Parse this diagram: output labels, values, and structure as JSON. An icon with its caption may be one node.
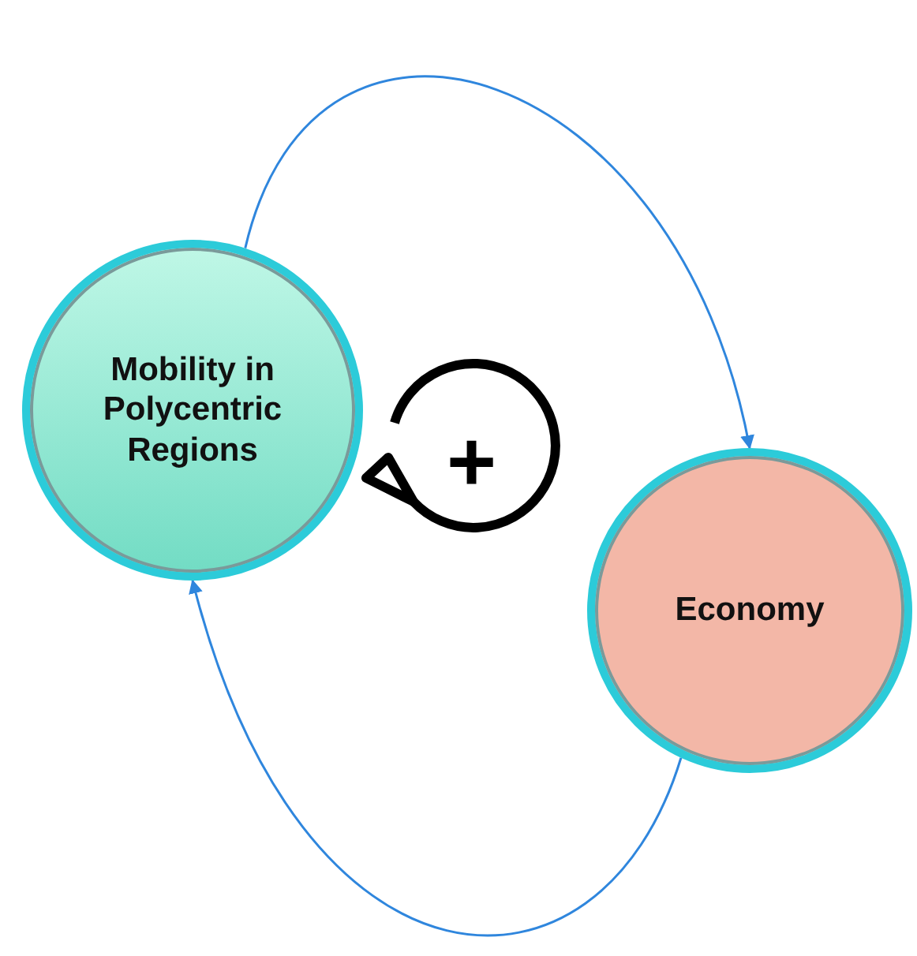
{
  "diagram": {
    "nodes": [
      {
        "text": [
          "Mobility in Polycentric Regions"
        ]
      },
      {
        "text": [
          "Economy"
        ]
      }
    ],
    "edges": [
      {
        "from": 0,
        "to": 1,
        "arrow": "to"
      },
      {
        "from": 1,
        "to": 0,
        "arrow": "to"
      }
    ],
    "labels": [
      "+"
    ]
  }
}
